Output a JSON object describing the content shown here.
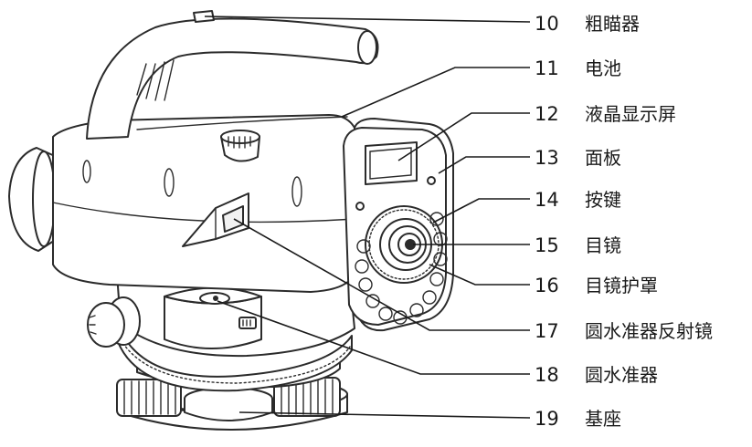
{
  "callouts": [
    {
      "number": "10",
      "label": "粗瞄器"
    },
    {
      "number": "11",
      "label": "电池"
    },
    {
      "number": "12",
      "label": "液晶显示屏"
    },
    {
      "number": "13",
      "label": "面板"
    },
    {
      "number": "14",
      "label": "按键"
    },
    {
      "number": "15",
      "label": "目镜"
    },
    {
      "number": "16",
      "label": "目镜护罩"
    },
    {
      "number": "17",
      "label": "圆水准器反射镜"
    },
    {
      "number": "18",
      "label": "圆水准器"
    },
    {
      "number": "19",
      "label": "基座"
    }
  ]
}
